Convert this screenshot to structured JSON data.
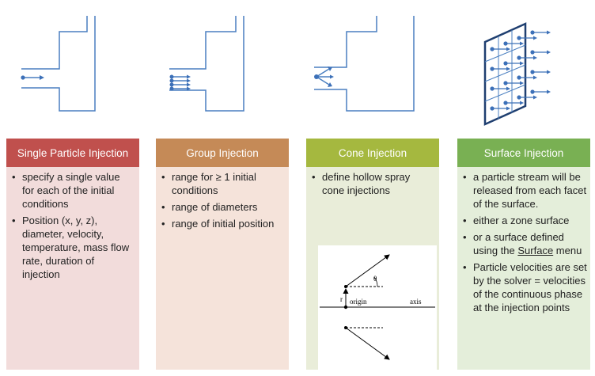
{
  "columns": [
    {
      "title": "Single Particle Injection",
      "header_color": "#c0504d",
      "body_color": "#f2dcdb",
      "bullets": [
        "specify a single value for each of the initial conditions",
        "Position (x, y, z), diameter, velocity, temperature, mass flow rate, duration of injection"
      ]
    },
    {
      "title": "Group Injection",
      "header_color": "#c58a57",
      "body_color": "#f5e3da",
      "bullets": [
        "range for ≥  1 initial conditions",
        "range of diameters",
        "range of initial position"
      ]
    },
    {
      "title": "Cone Injection",
      "header_color": "#a5b83f",
      "body_color": "#e9edd9",
      "bullets": [
        "define hollow spray cone injections"
      ]
    },
    {
      "title": "Surface Injection",
      "header_color": "#79b053",
      "body_color": "#e4eeda",
      "bullets": [
        "a particle stream will be released from each facet of the surface.",
        "either a zone surface"
      ],
      "surface_bullet": {
        "before": "or a surface defined using the ",
        "link": "Surface",
        "after": " menu"
      },
      "last_bullet": "Particle velocities are set by the solver = velocities of the continuous phase at the injection points"
    }
  ],
  "cone_figure": {
    "theta": "θ",
    "r": "r",
    "origin": "origin",
    "axis": "axis"
  },
  "colors": {
    "sketch_line": "#4a7fc0",
    "arrow": "#3c70b8",
    "surface_line": "#1f3f70"
  }
}
